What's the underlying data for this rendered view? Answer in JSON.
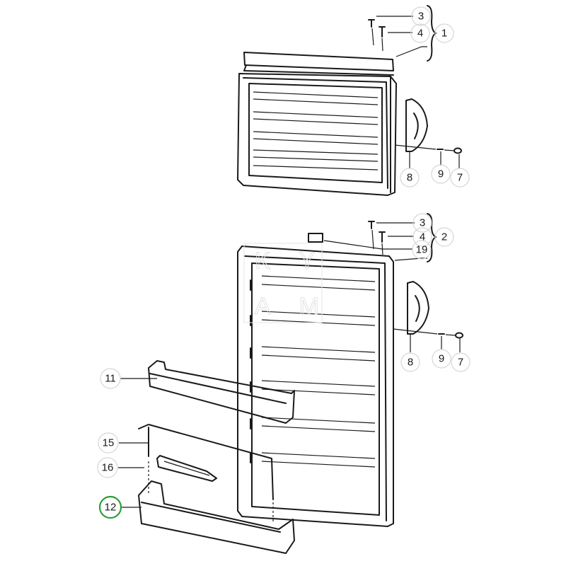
{
  "diagram": {
    "watermark": "KYAM",
    "highlight_color": "#2e9e3a",
    "upper_door": {
      "callouts": [
        {
          "id": "u3",
          "label": "3"
        },
        {
          "id": "u4",
          "label": "4"
        },
        {
          "id": "u1",
          "label": "1"
        },
        {
          "id": "u8",
          "label": "8"
        },
        {
          "id": "u9",
          "label": "9"
        },
        {
          "id": "u7",
          "label": "7"
        }
      ]
    },
    "lower_door": {
      "callouts": [
        {
          "id": "l3",
          "label": "3"
        },
        {
          "id": "l4",
          "label": "4"
        },
        {
          "id": "l19",
          "label": "19"
        },
        {
          "id": "l2",
          "label": "2"
        },
        {
          "id": "l8",
          "label": "8"
        },
        {
          "id": "l9",
          "label": "9"
        },
        {
          "id": "l7",
          "label": "7"
        },
        {
          "id": "l11",
          "label": "11"
        },
        {
          "id": "l15",
          "label": "15"
        },
        {
          "id": "l16",
          "label": "16"
        },
        {
          "id": "l12",
          "label": "12",
          "highlighted": true
        }
      ]
    }
  }
}
